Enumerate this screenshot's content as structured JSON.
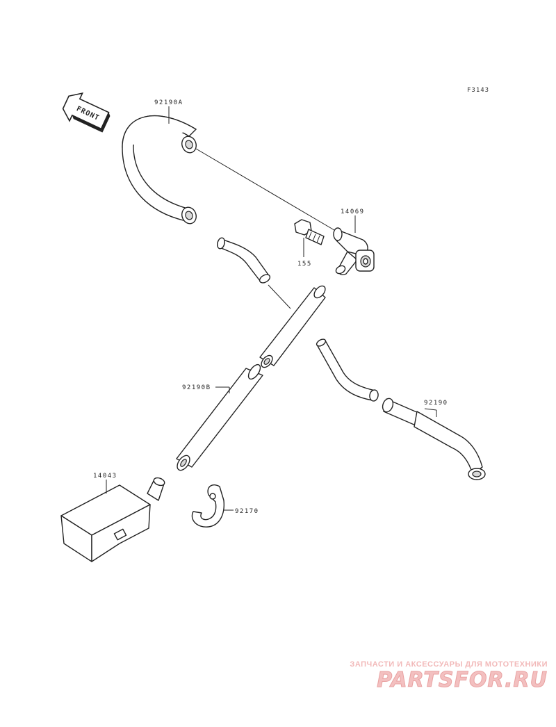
{
  "figure": {
    "code": "F3143",
    "front_label": "FRONT"
  },
  "parts": [
    {
      "id": "hose-a",
      "label": "92190A"
    },
    {
      "id": "fitting",
      "label": "14069"
    },
    {
      "id": "bolt",
      "label": "155"
    },
    {
      "id": "hose-b",
      "label": "92190B"
    },
    {
      "id": "hose",
      "label": "92190"
    },
    {
      "id": "canister",
      "label": "14043"
    },
    {
      "id": "clamp",
      "label": "92170"
    }
  ],
  "watermark": {
    "tagline": "ЗАПЧАСТИ И АКСЕССУАРЫ ДЛЯ МОТОТЕХНИКИ",
    "logo": "PARTSFOR.RU"
  }
}
